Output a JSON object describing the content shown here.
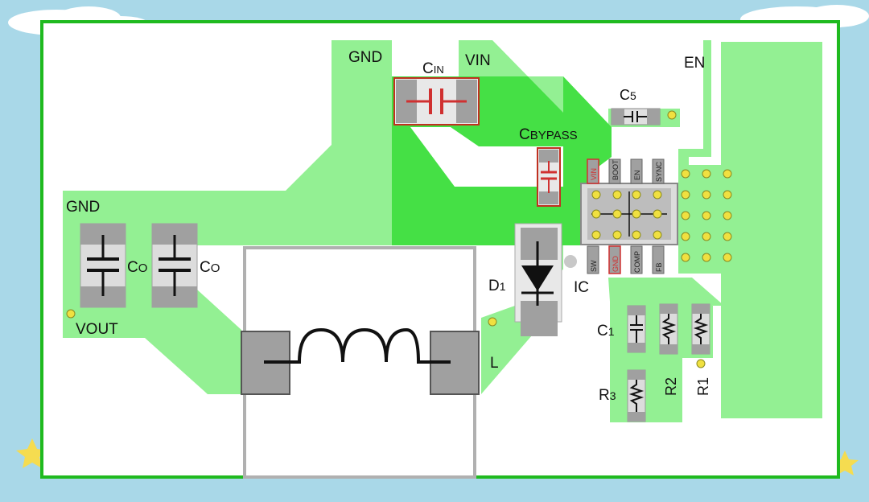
{
  "board_labels": {
    "gnd_top": "GND",
    "vin": "VIN",
    "en": "EN",
    "gnd_left": "GND",
    "vout": "VOUT",
    "c_in": "CIN",
    "c_in_main": "C",
    "c_in_sub": "IN",
    "c_bypass_main": "C",
    "c_bypass_sub": "BYPASS",
    "c5_main": "C",
    "c5_sub": "5",
    "co1_main": "C",
    "co1_sub": "O",
    "co2_main": "C",
    "co2_sub": "O",
    "d1_main": "D",
    "d1_sub": "1",
    "ic": "IC",
    "inductor": "L",
    "c1_main": "C",
    "c1_sub": "1",
    "r3_main": "R",
    "r3_sub": "3",
    "r2": "R2",
    "r1": "R1"
  },
  "ic_pins_top": [
    "VIN",
    "BOOT",
    "EN",
    "SYNC"
  ],
  "ic_pins_bottom": [
    "SW",
    "GND",
    "COMP",
    "FB"
  ],
  "colors": {
    "board": "#ffffff",
    "board_border": "#1fba1f",
    "copper_light": "#93f093",
    "copper_bright": "#45e045",
    "pad": "#a0a0a0",
    "pad_border": "#6a6a6a",
    "highlight_red": "#d03030",
    "via": "#f0e040",
    "sky": "#a9d8e8"
  }
}
